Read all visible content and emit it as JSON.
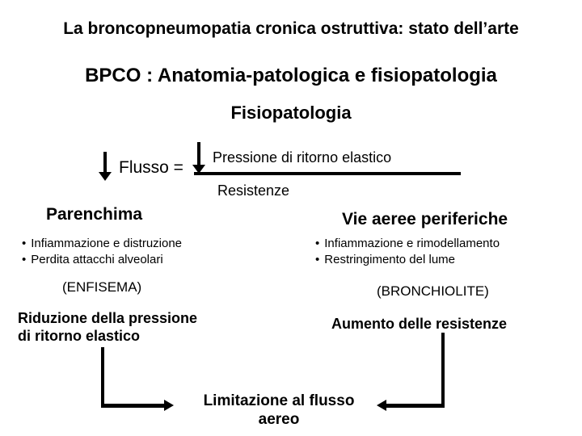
{
  "slide": {
    "background_color": "#ffffff",
    "text_color": "#000000",
    "title": "La broncopneumopatia cronica ostruttiva: stato dell’arte",
    "subtitle": "BPCO : Anatomia-patologica e fisiopatologia",
    "section_heading": "Fisiopatologia",
    "bullet_char": "•",
    "formula": {
      "flow_label": "Flusso =",
      "numerator": "Pressione di ritorno elastico",
      "denominator": "Resistenze"
    },
    "parenchyma": {
      "heading": "Parenchima",
      "bullets": [
        "Infiammazione e distruzione",
        "Perdita attacchi alveolari"
      ],
      "tag": "(ENFISEMA)",
      "outcome_line1": "Riduzione della pressione",
      "outcome_line2": "di ritorno elastico"
    },
    "airways": {
      "heading": "Vie aeree periferiche",
      "bullets": [
        "Infiammazione e rimodellamento",
        "Restringimento del lume"
      ],
      "tag": "(BRONCHIOLITE)",
      "outcome": "Aumento delle resistenze"
    },
    "conclusion_line1": "Limitazione al flusso",
    "conclusion_line2": "aereo"
  }
}
